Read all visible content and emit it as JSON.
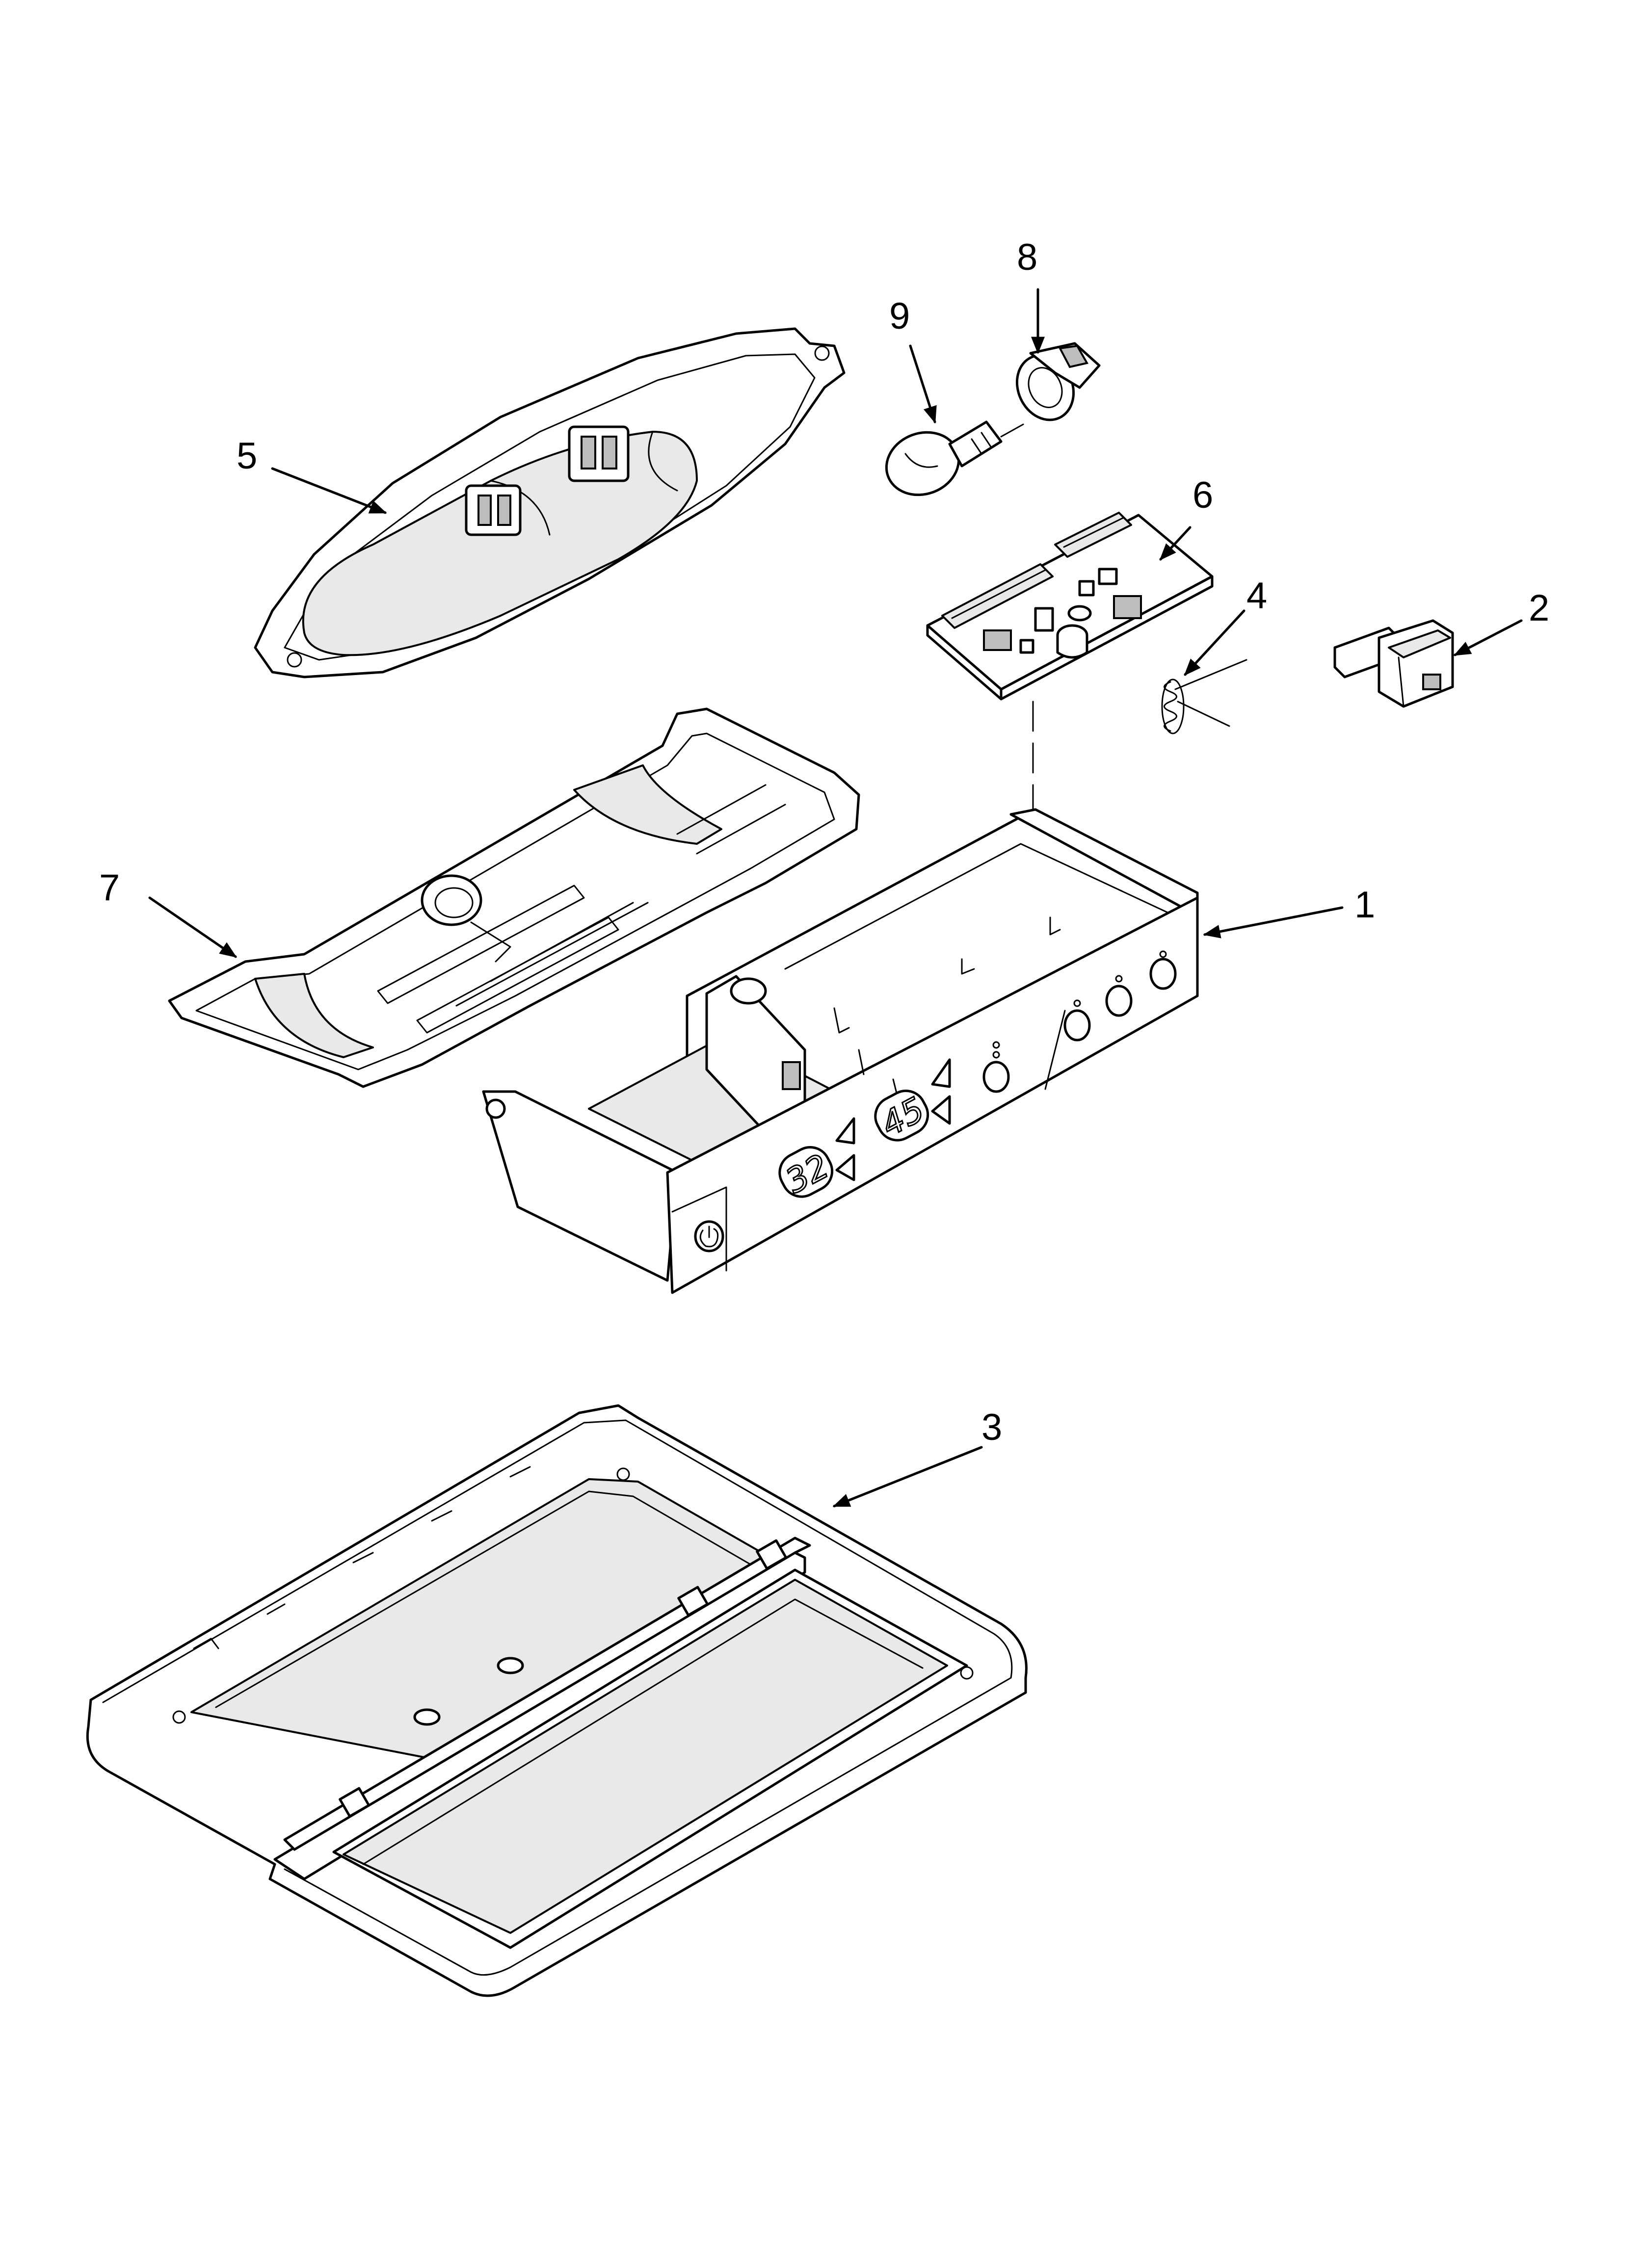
{
  "callouts": [
    {
      "id": "1",
      "text": "1"
    },
    {
      "id": "2",
      "text": "2"
    },
    {
      "id": "3",
      "text": "3"
    },
    {
      "id": "4",
      "text": "4"
    },
    {
      "id": "5",
      "text": "5"
    },
    {
      "id": "6",
      "text": "6"
    },
    {
      "id": "7",
      "text": "7"
    },
    {
      "id": "8",
      "text": "8"
    },
    {
      "id": "9",
      "text": "9"
    }
  ],
  "control_panel": {
    "display_left": "32",
    "display_right": "45"
  },
  "icons": [
    "power-icon",
    "up-arrow-icon",
    "down-arrow-icon"
  ]
}
